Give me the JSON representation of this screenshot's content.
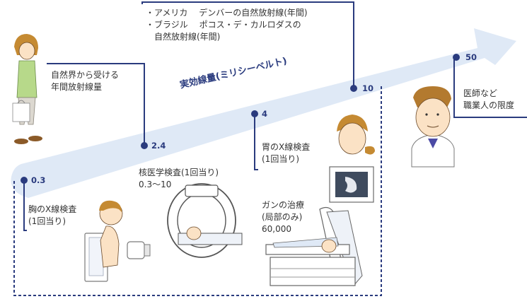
{
  "title": "実効線量(ミリシーベルト)",
  "colors": {
    "band": "#dfe9f6",
    "accent": "#2a3b7e",
    "text": "#333333"
  },
  "markers": [
    {
      "value": "0.3",
      "label_lines": [
        "胸のX線検査",
        "(1回当り)"
      ]
    },
    {
      "value": "2.4",
      "label_lines": [
        "自然界から受ける",
        "年間放射線量"
      ]
    },
    {
      "value": "4",
      "label_lines": [
        "胃のX線検査",
        "(1回当り)"
      ]
    },
    {
      "value": "10",
      "label_lines": [
        "・アメリカ　 デンバーの自然放射線(年間)",
        "・ブラジル　 ポコス・デ・カルロダスの",
        "　自然放射線(年間)"
      ]
    },
    {
      "value": "50",
      "label_lines": [
        "医師など",
        "職業人の限度"
      ]
    }
  ],
  "notes": [
    {
      "lines": [
        "核医学検査(1回当り)",
        "0.3〜10"
      ]
    },
    {
      "lines": [
        "ガンの治療",
        "(局部のみ)",
        "60,000"
      ]
    }
  ],
  "icons": [
    "walking-person-icon",
    "doctor-icon",
    "chest-xray-icon",
    "nuclear-scanner-icon",
    "stomach-xray-icon",
    "radiotherapy-icon"
  ]
}
